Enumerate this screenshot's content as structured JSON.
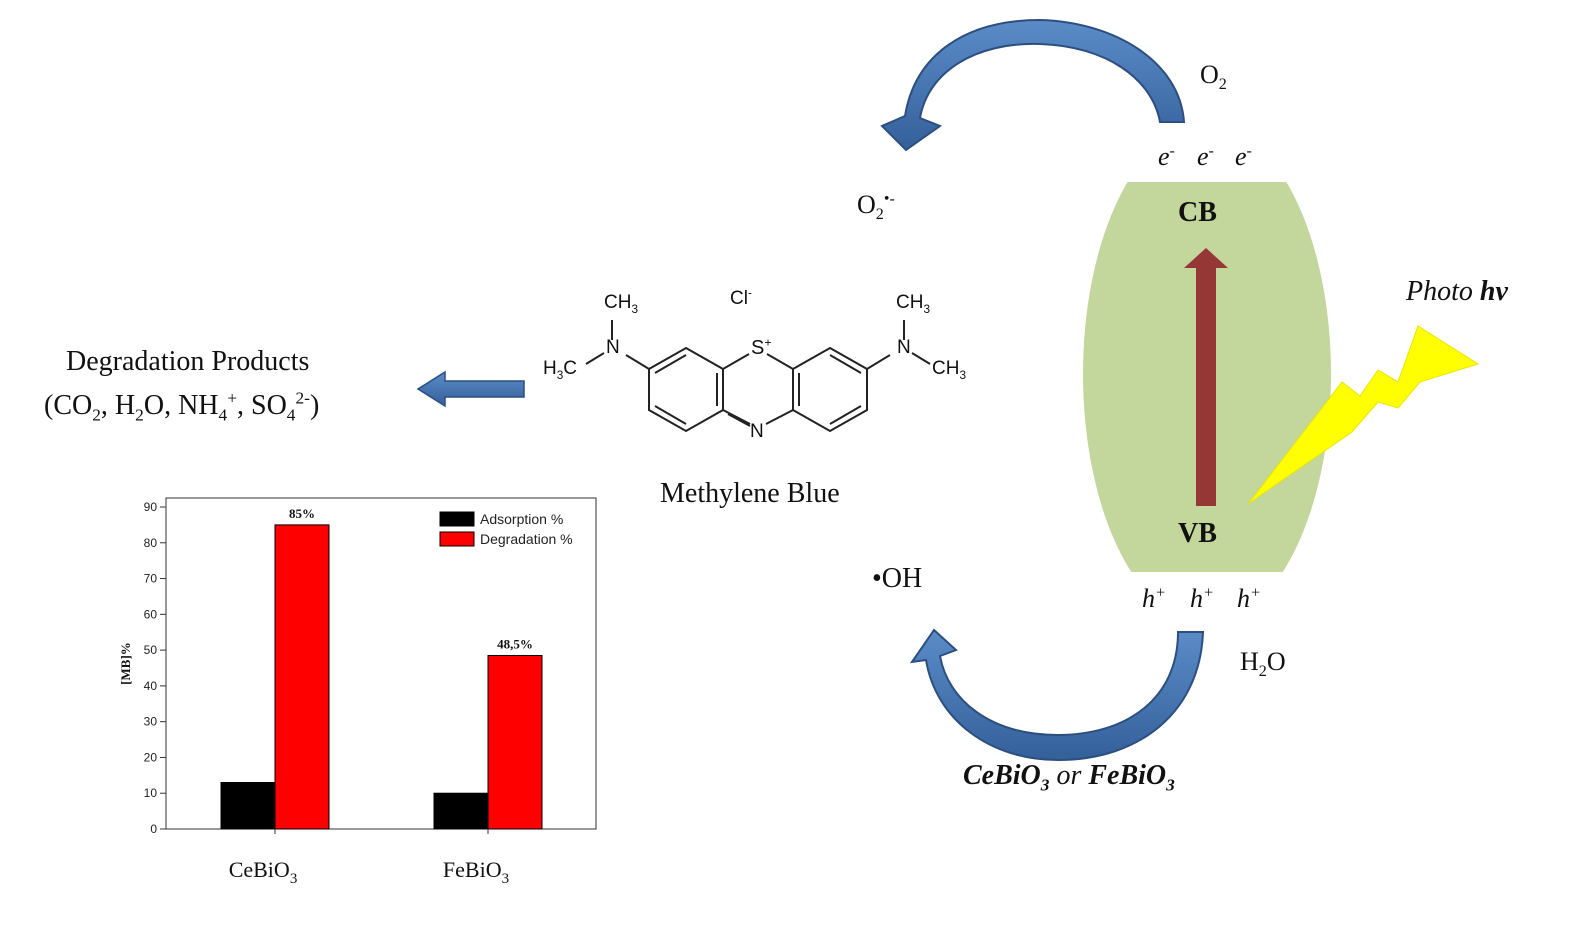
{
  "oxygen": {
    "o2_label": "O",
    "o2_sub": "2",
    "superoxide_label": "O",
    "superoxide_sub": "2",
    "superoxide_sup": "•-"
  },
  "band": {
    "cb_label": "CB",
    "vb_label": "VB",
    "electrons": [
      "e",
      "e",
      "e"
    ],
    "electron_sup": "-",
    "holes": [
      "h",
      "h",
      "h"
    ],
    "hole_sup": "+",
    "fill_color": "#c3d69b",
    "excitation_arrow_color": "#953735"
  },
  "light": {
    "photo_label": "Photo ",
    "hv_label": "hv",
    "bolt_color": "#ffff00"
  },
  "water": {
    "label_h": "H",
    "label_sub": "2",
    "label_o": "O"
  },
  "hydroxyl": {
    "label": "•OH"
  },
  "catalyst": {
    "ce_label": "CeBiO",
    "ce_sub": "3",
    "or_label": " or ",
    "fe_label": "FeBiO",
    "fe_sub": "3"
  },
  "molecule": {
    "name": "Methylene Blue",
    "counter_ion": "Cl",
    "counter_ion_sup": "-",
    "ring_s": "S",
    "ring_s_charge": "+",
    "ring_n": "N",
    "amine_left_n": "N",
    "amine_right_n": "N",
    "methyl_top": "CH",
    "methyl_sub": "3",
    "methyl_left_h": "H",
    "methyl_left_sub": "3",
    "methyl_left_c": "C"
  },
  "products": {
    "title": "Degradation Products",
    "open": "(CO",
    "co2_sub": "2",
    "sep1": ", H",
    "h2o_sub": "2",
    "sep2": "O, NH",
    "nh4_sub": "4",
    "nh4_sup": "+",
    "sep3": ", SO",
    "so4_sub": "4",
    "so4_sup": "2-",
    "close": ")"
  },
  "arrow_colors": {
    "cycle": "#4f81bd",
    "cycle_dark": "#2f5597"
  },
  "chart_data": {
    "type": "bar",
    "categories": [
      "CeBiO3",
      "FeBiO3"
    ],
    "category_main": [
      "CeBiO",
      "FeBiO"
    ],
    "category_sub": [
      "3",
      "3"
    ],
    "series": [
      {
        "name": "Adsorption %",
        "color": "#000000",
        "values": [
          13,
          10
        ]
      },
      {
        "name": "Degradation %",
        "color": "#ff0000",
        "values": [
          85,
          48.5
        ]
      }
    ],
    "data_labels": [
      "85%",
      "48,5%"
    ],
    "ylabel": "[MB]%",
    "ylim": [
      0,
      90
    ],
    "yticks": [
      0,
      10,
      20,
      30,
      40,
      50,
      60,
      70,
      80,
      90
    ],
    "grid": false,
    "legend_position": "top-right"
  }
}
